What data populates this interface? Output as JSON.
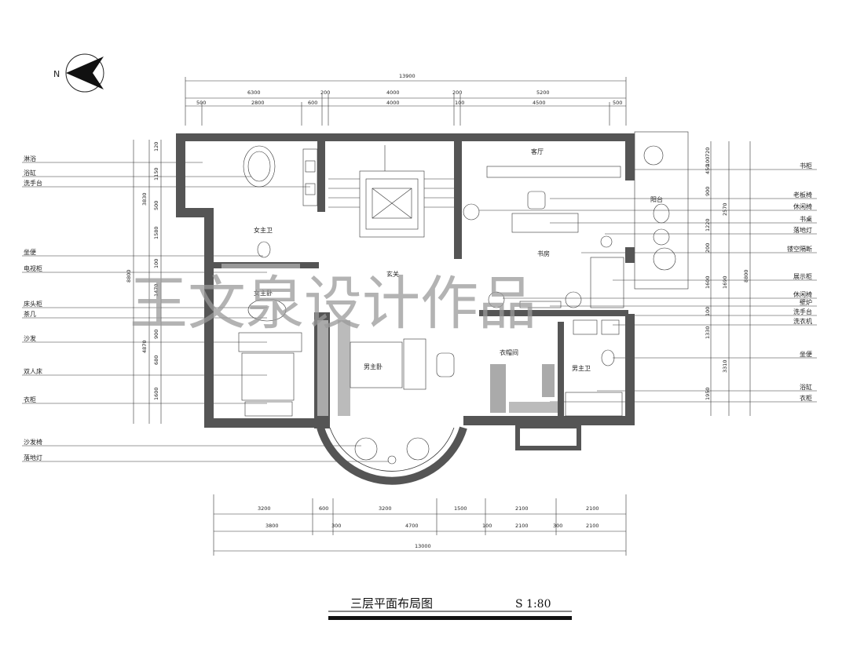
{
  "north": "N",
  "overall_top": "13900",
  "top_dims_row1": [
    "6300",
    "200",
    "4000",
    "200",
    "5200"
  ],
  "top_dims_row2": [
    "500",
    "2800",
    "600",
    "4000",
    "100",
    "4500",
    "500"
  ],
  "bottom_dims_row1": [
    "3200",
    "600",
    "3200",
    "1500",
    "2100",
    "2100"
  ],
  "bottom_dims_row2": [
    "3800",
    "300",
    "4700",
    "100",
    "2100",
    "300",
    "2100"
  ],
  "overall_bottom": "13000",
  "left_vertical_total": "8800",
  "left_vertical_dims": [
    "3830",
    "120",
    "1150",
    "500",
    "1580",
    "100",
    "1470",
    "900",
    "680",
    "1600",
    "4870"
  ],
  "right_vertical_total": "8800",
  "right_vertical_dims": [
    "720",
    "450",
    "100",
    "900",
    "2570",
    "1220",
    "200",
    "1600",
    "1690",
    "100",
    "1330",
    "1950",
    "3310"
  ],
  "left_labels": [
    "淋浴",
    "浴缸",
    "洗手台",
    "坐便",
    "电视柜",
    "床头柜",
    "茶几",
    "沙发",
    "双人床",
    "衣柜",
    "沙发椅",
    "落地灯"
  ],
  "right_labels": [
    "书柜",
    "老板椅",
    "休闲椅",
    "书桌",
    "落地灯",
    "镂空隔断",
    "展示柜",
    "休闲椅",
    "壁炉",
    "洗手台",
    "洗衣机",
    "坐便",
    "浴缸",
    "衣柜"
  ],
  "rooms": {
    "master_bath_f": "女主卫",
    "master_bed_f": "女主卧",
    "foyer": "玄关",
    "master_bed_m": "男主卧",
    "study": "书房",
    "guest": "客厅",
    "balcony": "阳台",
    "closet": "衣帽间",
    "master_bath_m": "男主卫"
  },
  "watermark": "王文泉设计作品",
  "title": "三层平面布局图",
  "scale": "S 1:80"
}
